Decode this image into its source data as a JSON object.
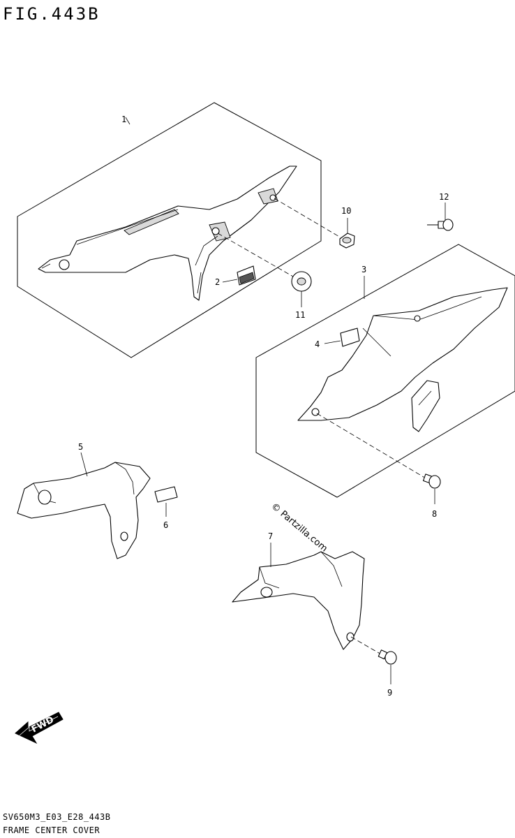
{
  "figure": {
    "title": "FIG.443B",
    "code": "SV650M3_E03_E28_443B",
    "name": "FRAME CENTER COVER"
  },
  "callouts": [
    "1",
    "2",
    "3",
    "4",
    "5",
    "6",
    "7",
    "8",
    "9",
    "10",
    "11",
    "12"
  ],
  "watermark": "© Partzilla.com",
  "direction_label": "FWD"
}
